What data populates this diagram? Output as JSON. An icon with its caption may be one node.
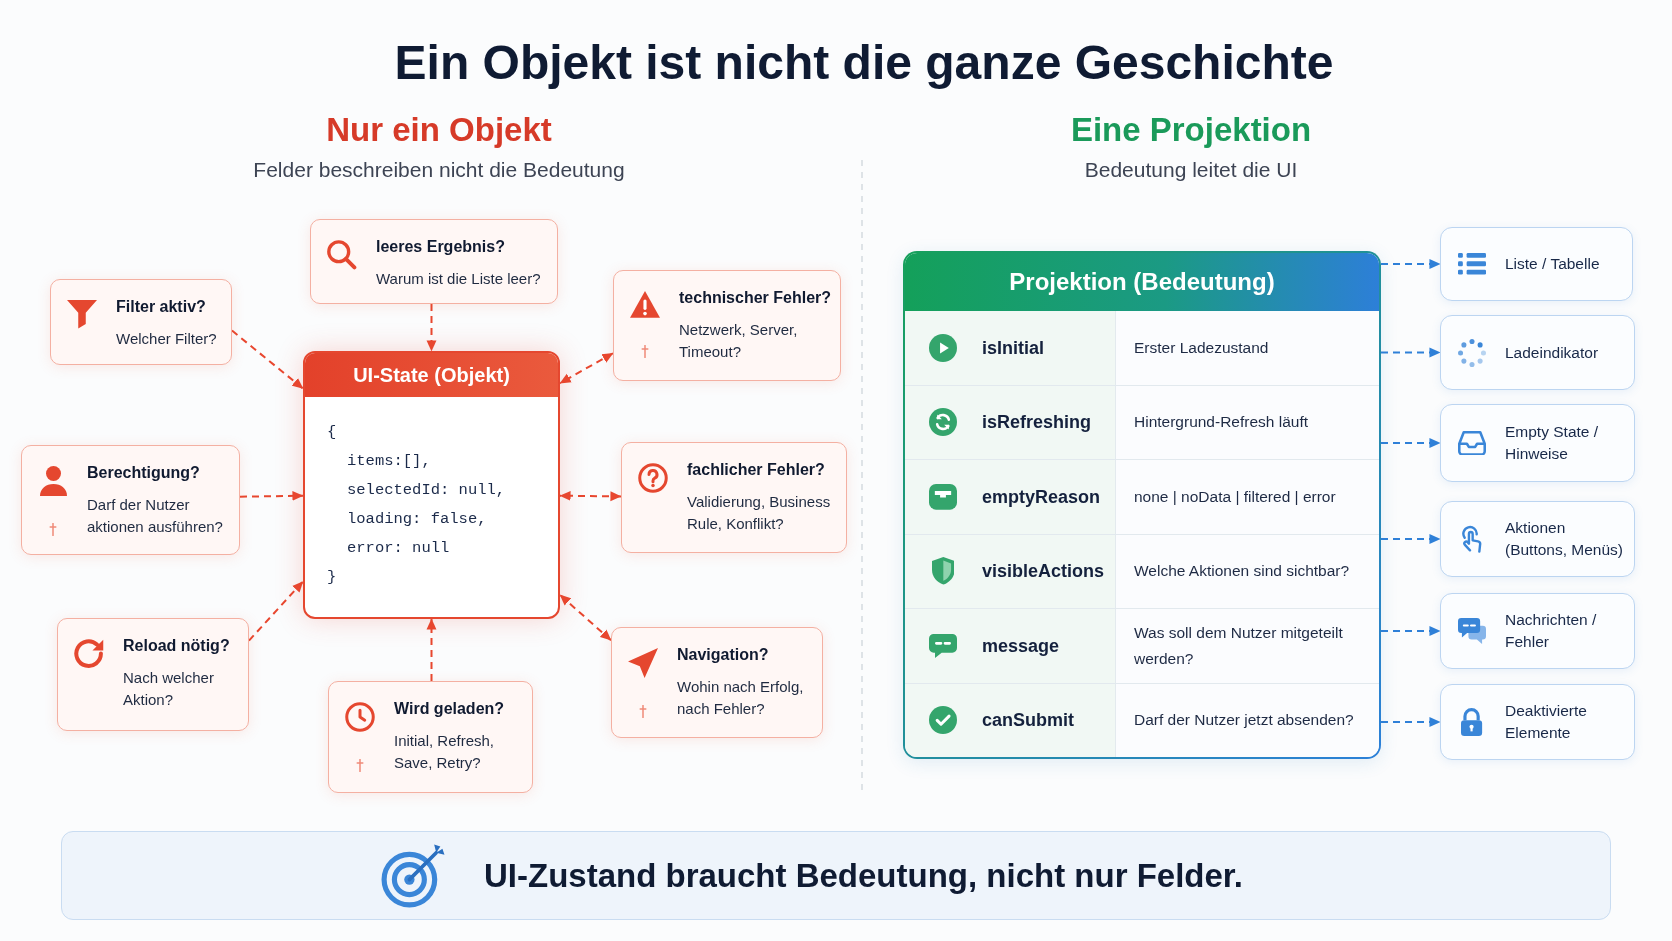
{
  "diagram": {
    "title": "Ein Objekt ist nicht die ganze Geschichte",
    "nodes": [
      {
        "text": [
          "Filter aktiv?",
          "Welcher Filter?"
        ]
      },
      {
        "text": [
          "leeres Ergebnis?",
          "Warum ist die Liste leer?"
        ]
      },
      {
        "text": [
          "technischer Fehler?",
          "Netzwerk, Server, Timeout?"
        ]
      },
      {
        "text": [
          "UI-State (Objekt)",
          "{",
          "items:[],",
          "selectedId: null,",
          "loading: false,",
          "error: null",
          "}"
        ]
      },
      {
        "text": [
          "Berechtigung?",
          "Darf der Nutzer aktionen ausführen?"
        ]
      },
      {
        "text": [
          "fachlicher Fehler?",
          "Validierung, Business Rule, Konflikt?"
        ]
      },
      {
        "text": [
          "Reload nötig?",
          "Nach welcher Aktion?"
        ]
      },
      {
        "text": [
          "Wird geladen?",
          "Initial, Refresh, Save, Retry?"
        ]
      },
      {
        "text": [
          "Navigation?",
          "Wohin nach Erfolg, nach Fehler?"
        ]
      },
      {
        "text": [
          "Projektion (Bedeutung)"
        ]
      },
      {
        "text": [
          "isInitial",
          "Erster Ladezustand"
        ],
        "in": 9
      },
      {
        "text": [
          "isRefreshing",
          "Hintergrund-Refresh läuft"
        ],
        "in": 9
      },
      {
        "text": [
          "emptyReason",
          "none | noData | filtered | error"
        ],
        "in": 9
      },
      {
        "text": [
          "visibleActions",
          "Welche Aktionen sind sichtbar?"
        ],
        "in": 9
      },
      {
        "text": [
          "message",
          "Was soll dem Nutzer mitgeteilt werden?"
        ],
        "in": 9
      },
      {
        "text": [
          "canSubmit",
          "Darf der Nutzer jetzt absenden?"
        ],
        "in": 9
      },
      {
        "text": [
          "Liste / Tabelle"
        ]
      },
      {
        "text": [
          "Ladeindikator"
        ]
      },
      {
        "text": [
          "Empty State / Hinweise"
        ]
      },
      {
        "text": [
          "Aktionen (Buttons, Menüs)"
        ]
      },
      {
        "text": [
          "Nachrichten / Fehler"
        ]
      },
      {
        "text": [
          "Deaktivierte Elemente"
        ]
      },
      {
        "text": [
          "UI-Zustand braucht Bedeutung, nicht nur Felder."
        ]
      }
    ],
    "edges": [
      {
        "from": 0,
        "to": 3,
        "arrow": "to",
        "style": "dashed"
      },
      {
        "from": 1,
        "to": 3,
        "arrow": "to",
        "style": "dashed"
      },
      {
        "from": 2,
        "to": 3,
        "arrow": "both",
        "style": "dashed"
      },
      {
        "from": 4,
        "to": 3,
        "arrow": "to",
        "style": "dashed"
      },
      {
        "from": 5,
        "to": 3,
        "arrow": "both",
        "style": "dashed"
      },
      {
        "from": 6,
        "to": 3,
        "arrow": "to",
        "style": "dashed"
      },
      {
        "from": 7,
        "to": 3,
        "arrow": "to",
        "style": "dashed"
      },
      {
        "from": 8,
        "to": 3,
        "arrow": "both",
        "style": "dashed"
      },
      {
        "from": 9,
        "to": 16,
        "arrow": "to",
        "style": "dashed",
        "color": "#2f80d8"
      },
      {
        "from": 9,
        "to": 17,
        "arrow": "to",
        "style": "dashed",
        "color": "#2f80d8"
      },
      {
        "from": 9,
        "to": 18,
        "arrow": "to",
        "style": "dashed",
        "color": "#2f80d8"
      },
      {
        "from": 9,
        "to": 19,
        "arrow": "to",
        "style": "dashed",
        "color": "#2f80d8"
      },
      {
        "from": 9,
        "to": 20,
        "arrow": "to",
        "style": "dashed",
        "color": "#2f80d8"
      },
      {
        "from": 9,
        "to": 21,
        "arrow": "to",
        "style": "dashed",
        "color": "#2f80d8"
      }
    ],
    "labels": [
      "Nur ein Objekt",
      "Felder beschreiben nicht die Bedeutung",
      "Eine Projektion",
      "Bedeutung leitet die UI"
    ]
  }
}
